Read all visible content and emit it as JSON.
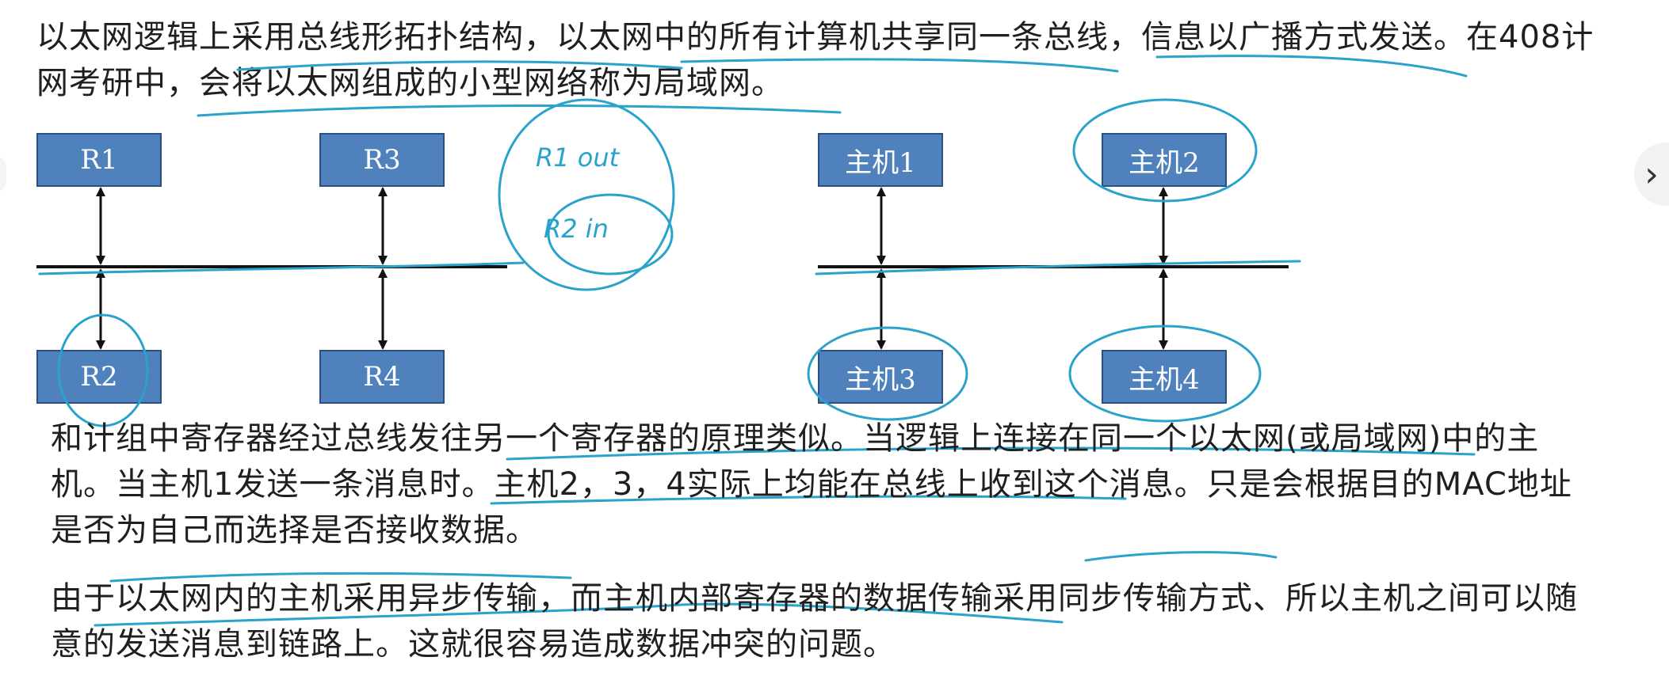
{
  "paragraphs": {
    "intro": "以太网逻辑上采用总线形拓扑结构，以太网中的所有计算机共享同一条总线，信息以广播方式发送。在408计网考研中，会将以太网组成的小型网络称为局域网。",
    "explanation": "和计组中寄存器经过总线发往另一个寄存器的原理类似。当逻辑上连接在同一个以太网(或局域网)中的主机。当主机1发送一条消息时。主机2，3，4实际上均能在总线上收到这个消息。只是会根据目的MAC地址是否为自己而选择是否接收数据。",
    "conclusion": "由于以太网内的主机采用异步传输，而主机内部寄存器的数据传输采用同步传输方式、所以主机之间可以随意的发送消息到链路上。这就很容易造成数据冲突的问题。"
  },
  "left_diagram": {
    "boxes": {
      "top_left": "R1",
      "top_right": "R3",
      "bottom_left": "R2",
      "bottom_right": "R4"
    }
  },
  "right_diagram": {
    "boxes": {
      "top_left": "主机1",
      "top_right": "主机2",
      "bottom_left": "主机3",
      "bottom_right": "主机4"
    }
  },
  "handwriting": {
    "note_line1": "R1 out",
    "note_line2": "R2 in"
  },
  "colors": {
    "box_fill": "#4f81bd",
    "annotation_ink": "#29a3cc"
  },
  "icons": {
    "next_page": "chevron-right-icon"
  }
}
